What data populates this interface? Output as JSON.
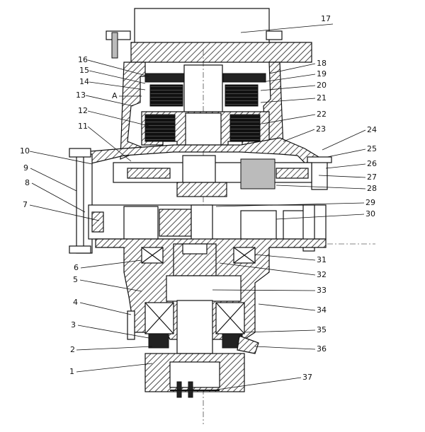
{
  "section_marker": "A",
  "callouts": [
    "1",
    "2",
    "3",
    "4",
    "5",
    "6",
    "7",
    "8",
    "9",
    "10",
    "11",
    "12",
    "13",
    "14",
    "15",
    "16",
    "17",
    "18",
    "19",
    "20",
    "21",
    "22",
    "23",
    "24",
    "25",
    "26",
    "27",
    "28",
    "29",
    "30",
    "31",
    "32",
    "33",
    "34",
    "35",
    "36",
    "37"
  ]
}
